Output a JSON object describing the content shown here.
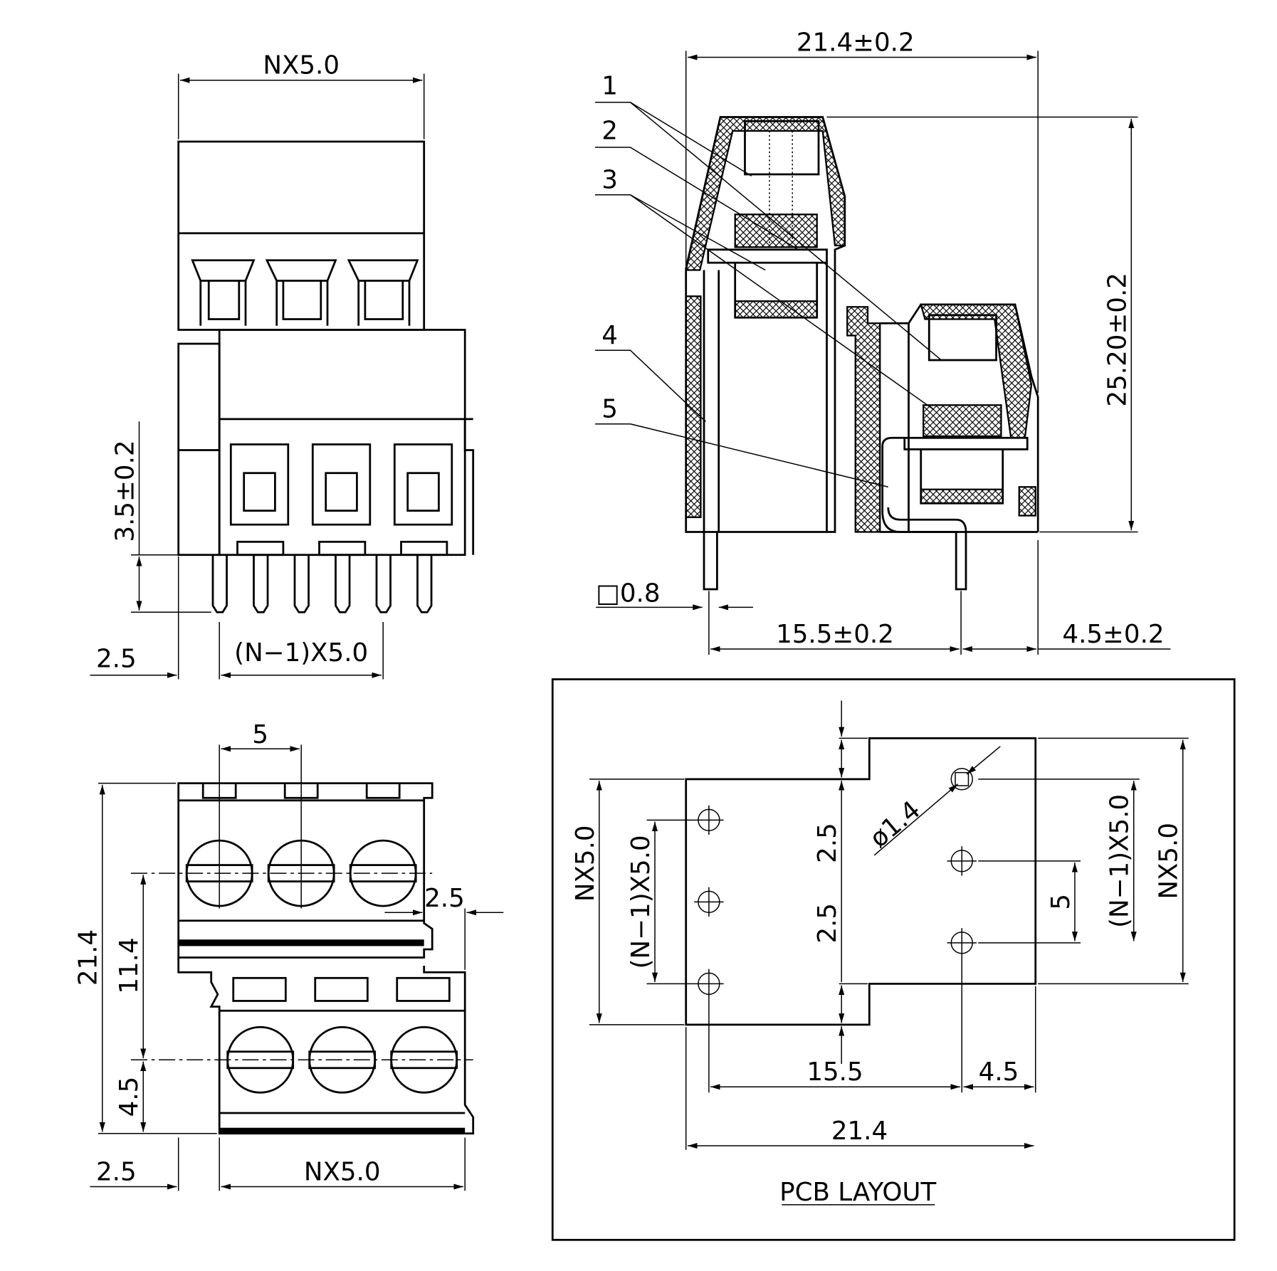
{
  "front_view": {
    "width": "NX5.0",
    "pin_height": "3.5±0.2",
    "offset": "2.5",
    "pitch": "(N−1)X5.0"
  },
  "side_view": {
    "overall_width": "21.4±0.2",
    "callouts": [
      "1",
      "2",
      "3",
      "4",
      "5"
    ],
    "height": "25.20±0.2",
    "pin_size": "□0.8",
    "pin_spacing": "15.5±0.2",
    "rear_offset": "4.5±0.2"
  },
  "top_view": {
    "pitch": "5",
    "side_offset": "2.5",
    "depth": "21.4",
    "row_spacing": "11.4",
    "front_offset": "4.5",
    "left_offset": "2.5",
    "width": "NX5.0"
  },
  "pcb_layout": {
    "title": "PCB LAYOUT",
    "upper_gap": "2.5",
    "lower_gap": "2.5",
    "hole_diameter": "ø1.4",
    "left_width": "NX5.0",
    "left_pitch": "(N−1)X5.0",
    "pitch": "5",
    "right_pitch": "(N−1)X5.0",
    "right_width": "NX5.0",
    "row_spacing": "15.5",
    "rear_offset": "4.5",
    "depth": "21.4"
  }
}
